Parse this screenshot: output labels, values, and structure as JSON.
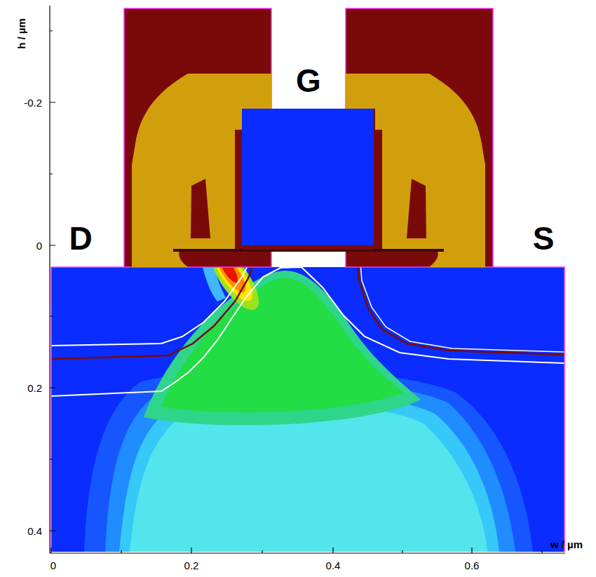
{
  "diagram": {
    "labels": [
      "h / µm",
      "-0.2",
      "G",
      "D",
      "0",
      "S",
      "0.2",
      "0.4",
      "0",
      "0.2",
      "0.4",
      "0.6",
      "w / µm"
    ]
  }
}
